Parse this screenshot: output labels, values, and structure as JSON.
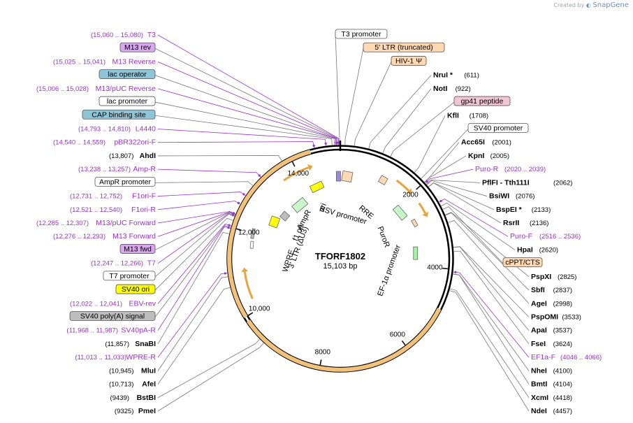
{
  "credit": {
    "prefix": "Created by",
    "brand": "SnapGene"
  },
  "plasmid": {
    "name": "TFORF1802",
    "size_label": "15,103 bp",
    "length": 15103
  },
  "ticks": [
    {
      "pos": 2000,
      "label": "2000"
    },
    {
      "pos": 4000,
      "label": "4000"
    },
    {
      "pos": 6000,
      "label": "6000"
    },
    {
      "pos": 8000,
      "label": "8000"
    },
    {
      "pos": 10000,
      "label": "10,000"
    },
    {
      "pos": 12000,
      "label": "12,000"
    },
    {
      "pos": 14000,
      "label": "14,000"
    }
  ],
  "colors": {
    "primer": "#9b2fd1",
    "orange": "#e8a33c",
    "feature_orange": "#ffd9b3",
    "lac": "#8ec5d8",
    "sv40": "#ffff00",
    "gray": "#bdbdbd",
    "promoter_box": "#ffffff",
    "m13": "#d9a6f0",
    "peptide": "#f2c4d4",
    "green": "#a7f0a7"
  },
  "left_labels": [
    {
      "id": "t3-primer",
      "name": "T3",
      "range": "(15,060 .. 15,080)",
      "type": "primer",
      "pos": 15070
    },
    {
      "id": "m13rev",
      "name": "M13 rev",
      "range": "",
      "type": "m13box",
      "pos": 15060
    },
    {
      "id": "m13reverse",
      "name": "M13 Reverse",
      "range": "(15,025 .. 15,041)",
      "type": "primer",
      "pos": 15033
    },
    {
      "id": "lac-operator",
      "name": "lac operator",
      "range": "",
      "type": "lacbox",
      "pos": 15010
    },
    {
      "id": "m13puc-rev",
      "name": "M13/pUC Reverse",
      "range": "(15,006 .. 15,028)",
      "type": "primer",
      "pos": 15017
    },
    {
      "id": "lac-promoter",
      "name": "lac promoter",
      "range": "",
      "type": "whitebox",
      "pos": 14980
    },
    {
      "id": "cap-site",
      "name": "CAP binding site",
      "range": "",
      "type": "lacbox",
      "pos": 14930
    },
    {
      "id": "l4440",
      "name": "L4440",
      "range": "(14,793 .. 14,810)",
      "type": "primer",
      "pos": 14801
    },
    {
      "id": "pbr322",
      "name": "pBR322ori-F",
      "range": "(14,540 .. 14,559)",
      "type": "primer",
      "pos": 14550
    },
    {
      "id": "ahdi",
      "name": "AhdI",
      "range": "(13,807)",
      "type": "enzyme",
      "pos": 13807
    },
    {
      "id": "amp-r-primer",
      "name": "Amp-R",
      "range": "(13,238 .. 13,257)",
      "type": "primer",
      "pos": 13248
    },
    {
      "id": "ampr-promoter",
      "name": "AmpR promoter",
      "range": "",
      "type": "whitebox",
      "pos": 13000
    },
    {
      "id": "f1ori-f",
      "name": "F1ori-F",
      "range": "(12,731 .. 12,752)",
      "type": "primer",
      "pos": 12741
    },
    {
      "id": "f1ori-r",
      "name": "F1ori-R",
      "range": "(12,521 .. 12,540)",
      "type": "primer",
      "pos": 12530
    },
    {
      "id": "m13puc-fwd",
      "name": "M13/pUC Forward",
      "range": "(12,285 .. 12,307)",
      "type": "primer",
      "pos": 12296
    },
    {
      "id": "m13forward",
      "name": "M13 Forward",
      "range": "(12,276 .. 12,293)",
      "type": "primer",
      "pos": 12284
    },
    {
      "id": "m13fwd",
      "name": "M13 fwd",
      "range": "",
      "type": "m13box",
      "pos": 12276
    },
    {
      "id": "t7-primer",
      "name": "T7",
      "range": "(12,247 .. 12,266)",
      "type": "primer",
      "pos": 12256
    },
    {
      "id": "t7-promoter",
      "name": "T7 promoter",
      "range": "",
      "type": "whitebox",
      "pos": 12240
    },
    {
      "id": "sv40ori",
      "name": "SV40 ori",
      "range": "",
      "type": "sv40box",
      "pos": 12150
    },
    {
      "id": "ebv-rev",
      "name": "EBV-rev",
      "range": "(12,022 .. 12,041)",
      "type": "primer",
      "pos": 12031
    },
    {
      "id": "sv40polya",
      "name": "SV40 poly(A) signal",
      "range": "",
      "type": "graybox",
      "pos": 12000
    },
    {
      "id": "sv40pa-r",
      "name": "SV40pA-R",
      "range": "(11,968 .. 11,987)",
      "type": "primer",
      "pos": 11977
    },
    {
      "id": "snabi",
      "name": "SnaBI",
      "range": "(11,857)",
      "type": "enzyme",
      "pos": 11857
    },
    {
      "id": "wpre-r",
      "name": "WPRE-R",
      "range": "(11,013 .. 11,033)",
      "type": "primer",
      "pos": 11023
    },
    {
      "id": "mlui",
      "name": "MluI",
      "range": "(10,945)",
      "type": "enzyme",
      "pos": 10945
    },
    {
      "id": "afei",
      "name": "AfeI",
      "range": "(10,713)",
      "type": "enzyme",
      "pos": 10713
    },
    {
      "id": "bstbi",
      "name": "BstBI",
      "range": "(9439)",
      "type": "enzyme",
      "pos": 9439
    },
    {
      "id": "pmei",
      "name": "PmeI",
      "range": "(9325)",
      "type": "enzyme",
      "pos": 9325
    }
  ],
  "right_labels": [
    {
      "id": "t3-promoter",
      "name": "T3 promoter",
      "range": "",
      "type": "whitebox",
      "pos": 15090
    },
    {
      "id": "ltr5",
      "name": "5' LTR (truncated)",
      "range": "",
      "type": "orangebox",
      "pos": 100
    },
    {
      "id": "hiv1",
      "name": "HIV-1 Ψ",
      "range": "",
      "type": "orangebox",
      "pos": 300
    },
    {
      "id": "nrui",
      "name": "NruI *",
      "range": "(611)",
      "type": "enzyme",
      "pos": 611
    },
    {
      "id": "noti",
      "name": "NotI",
      "range": "(922)",
      "type": "enzyme",
      "pos": 922
    },
    {
      "id": "gp41",
      "name": "gp41 peptide",
      "range": "",
      "type": "peptidebox",
      "pos": 1100
    },
    {
      "id": "kfli",
      "name": "KflI",
      "range": "(1708)",
      "type": "enzyme",
      "pos": 1708
    },
    {
      "id": "sv40-promoter",
      "name": "SV40 promoter",
      "range": "",
      "type": "whitebox",
      "pos": 1900
    },
    {
      "id": "acc65i",
      "name": "Acc65I",
      "range": "(2001)",
      "type": "enzyme",
      "pos": 2001
    },
    {
      "id": "kpni",
      "name": "KpnI",
      "range": "(2005)",
      "type": "enzyme",
      "pos": 2005
    },
    {
      "id": "puro-r-primer",
      "name": "Puro-R",
      "range": "(2020 .. 2039)",
      "type": "primer",
      "pos": 2030
    },
    {
      "id": "pflfi",
      "name": "PflFI - Tth111I",
      "range": "(2062)",
      "type": "enzyme",
      "pos": 2062
    },
    {
      "id": "bsiwi",
      "name": "BsiWI",
      "range": "(2076)",
      "type": "enzyme",
      "pos": 2076
    },
    {
      "id": "bspei",
      "name": "BspEI *",
      "range": "(2133)",
      "type": "enzyme",
      "pos": 2133
    },
    {
      "id": "rsrii",
      "name": "RsrII",
      "range": "(2136)",
      "type": "enzyme",
      "pos": 2136
    },
    {
      "id": "puro-f-primer",
      "name": "Puro-F",
      "range": "(2516 .. 2536)",
      "type": "primer",
      "pos": 2526
    },
    {
      "id": "hpai",
      "name": "HpaI",
      "range": "(2620)",
      "type": "enzyme",
      "pos": 2620
    },
    {
      "id": "cppt",
      "name": "cPPT/CTS",
      "range": "",
      "type": "orangebox",
      "pos": 2700
    },
    {
      "id": "pspxi",
      "name": "PspXI",
      "range": "(2825)",
      "type": "enzyme",
      "pos": 2825
    },
    {
      "id": "sbfi",
      "name": "SbfI",
      "range": "(2837)",
      "type": "enzyme",
      "pos": 2837
    },
    {
      "id": "agei",
      "name": "AgeI",
      "range": "(2998)",
      "type": "enzyme",
      "pos": 2998
    },
    {
      "id": "pspomi",
      "name": "PspOMI",
      "range": "(3533)",
      "type": "enzyme",
      "pos": 3533
    },
    {
      "id": "apai",
      "name": "ApaI",
      "range": "(3537)",
      "type": "enzyme",
      "pos": 3537
    },
    {
      "id": "fsei",
      "name": "FseI",
      "range": "(3624)",
      "type": "enzyme",
      "pos": 3624
    },
    {
      "id": "ef1a-f",
      "name": "EF1a-F",
      "range": "(4046 .. 4066)",
      "type": "primer",
      "pos": 4056
    },
    {
      "id": "nhei",
      "name": "NheI",
      "range": "(4100)",
      "type": "enzyme",
      "pos": 4100
    },
    {
      "id": "bmti",
      "name": "BmtI",
      "range": "(4104)",
      "type": "enzyme",
      "pos": 4104
    },
    {
      "id": "xcmi",
      "name": "XcmI",
      "range": "(4418)",
      "type": "enzyme",
      "pos": 4418
    },
    {
      "id": "ndei",
      "name": "NdeI",
      "range": "(4457)",
      "type": "enzyme",
      "pos": 4457
    }
  ],
  "inner_labels": [
    {
      "id": "ori",
      "name": "ori"
    },
    {
      "id": "ampr",
      "name": "AmpR"
    },
    {
      "id": "f1ori",
      "name": "f1 ori"
    },
    {
      "id": "rsv",
      "name": "RSV promoter"
    },
    {
      "id": "rre",
      "name": "RRE"
    },
    {
      "id": "puror",
      "name": "PuroR"
    },
    {
      "id": "ef1a",
      "name": "EF-1α promoter"
    },
    {
      "id": "ltr3",
      "name": "3' LTR (ΔU3)"
    },
    {
      "id": "wpre",
      "name": "WPRE"
    }
  ]
}
